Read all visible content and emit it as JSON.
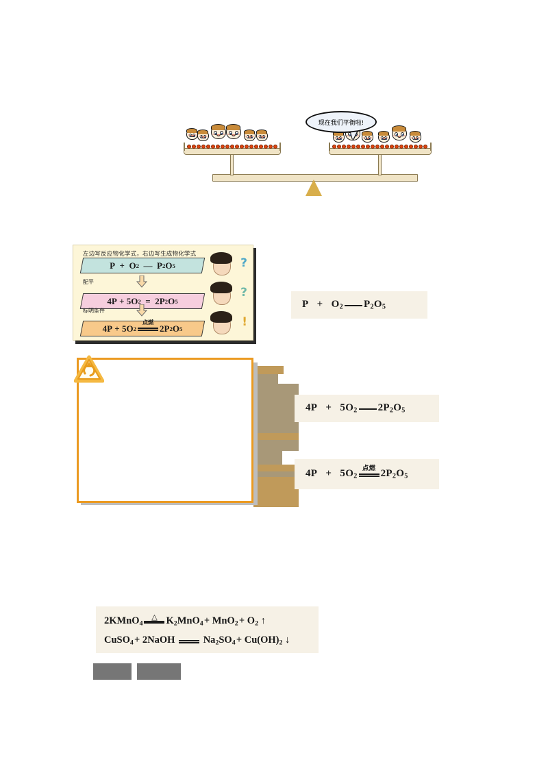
{
  "scene": {
    "speech_bubble": "现在我们平衡啦!",
    "left_pan_label": "left-balance-pan",
    "right_pan_label": "right-balance-pan",
    "fulcrum_color": "#d8ae4b",
    "beam_color": "#f0e4c6"
  },
  "slide": {
    "header": "左边写反应物化学式，右边写生成物化学式",
    "step1_label": "配平",
    "step2_label": "标明条件",
    "strips": [
      {
        "color": "#c3e3de",
        "html": "P &nbsp;+&nbsp; O<sub>2</sub> &nbsp;—&nbsp; P<sub>2</sub>O<sub>5</sub>"
      },
      {
        "color": "#f6cede",
        "html": "4P + 5O<sub>2</sub> &nbsp;=&nbsp; 2P<sub>2</sub>O<sub>5</sub>"
      },
      {
        "color": "#f8c98a",
        "html": "4P + 5O<sub>2</sub> 点燃 2P<sub>2</sub>O<sub>5</sub>"
      }
    ],
    "students": [
      {
        "mark": "?",
        "mark_color": "#4fa8c8"
      },
      {
        "mark": "?",
        "mark_color": "#6fb8a8"
      },
      {
        "mark": "!",
        "mark_color": "#e0a830"
      }
    ]
  },
  "orange_box": {
    "border_color": "#eb9a21",
    "icon": "rotate-warning-icon",
    "content": ""
  },
  "equations": {
    "card1": {
      "reactants": "P  +  O₂",
      "products": "P₂O₅",
      "condition": "",
      "arrow": "line"
    },
    "card2": {
      "reactants": "4P  +  5O₂",
      "products": "2P₂O₅",
      "condition": "",
      "arrow": "line"
    },
    "card3": {
      "reactants": "4P  +  5O₂",
      "products": "2P₂O₅",
      "condition": "点燃",
      "arrow": "double"
    }
  },
  "bottom_equations": {
    "line1": {
      "left": "2KMnO₄",
      "condition": "△",
      "right": "K₂MnO₄ + MnO₂ + O₂ ↑"
    },
    "line2": {
      "left": "CuSO₄ + 2NaOH",
      "condition": "",
      "right": "Na₂SO₄ + Cu(OH)₂ ↓"
    }
  },
  "chips": {
    "chip1": "",
    "chip2": "",
    "color": "#767676"
  }
}
